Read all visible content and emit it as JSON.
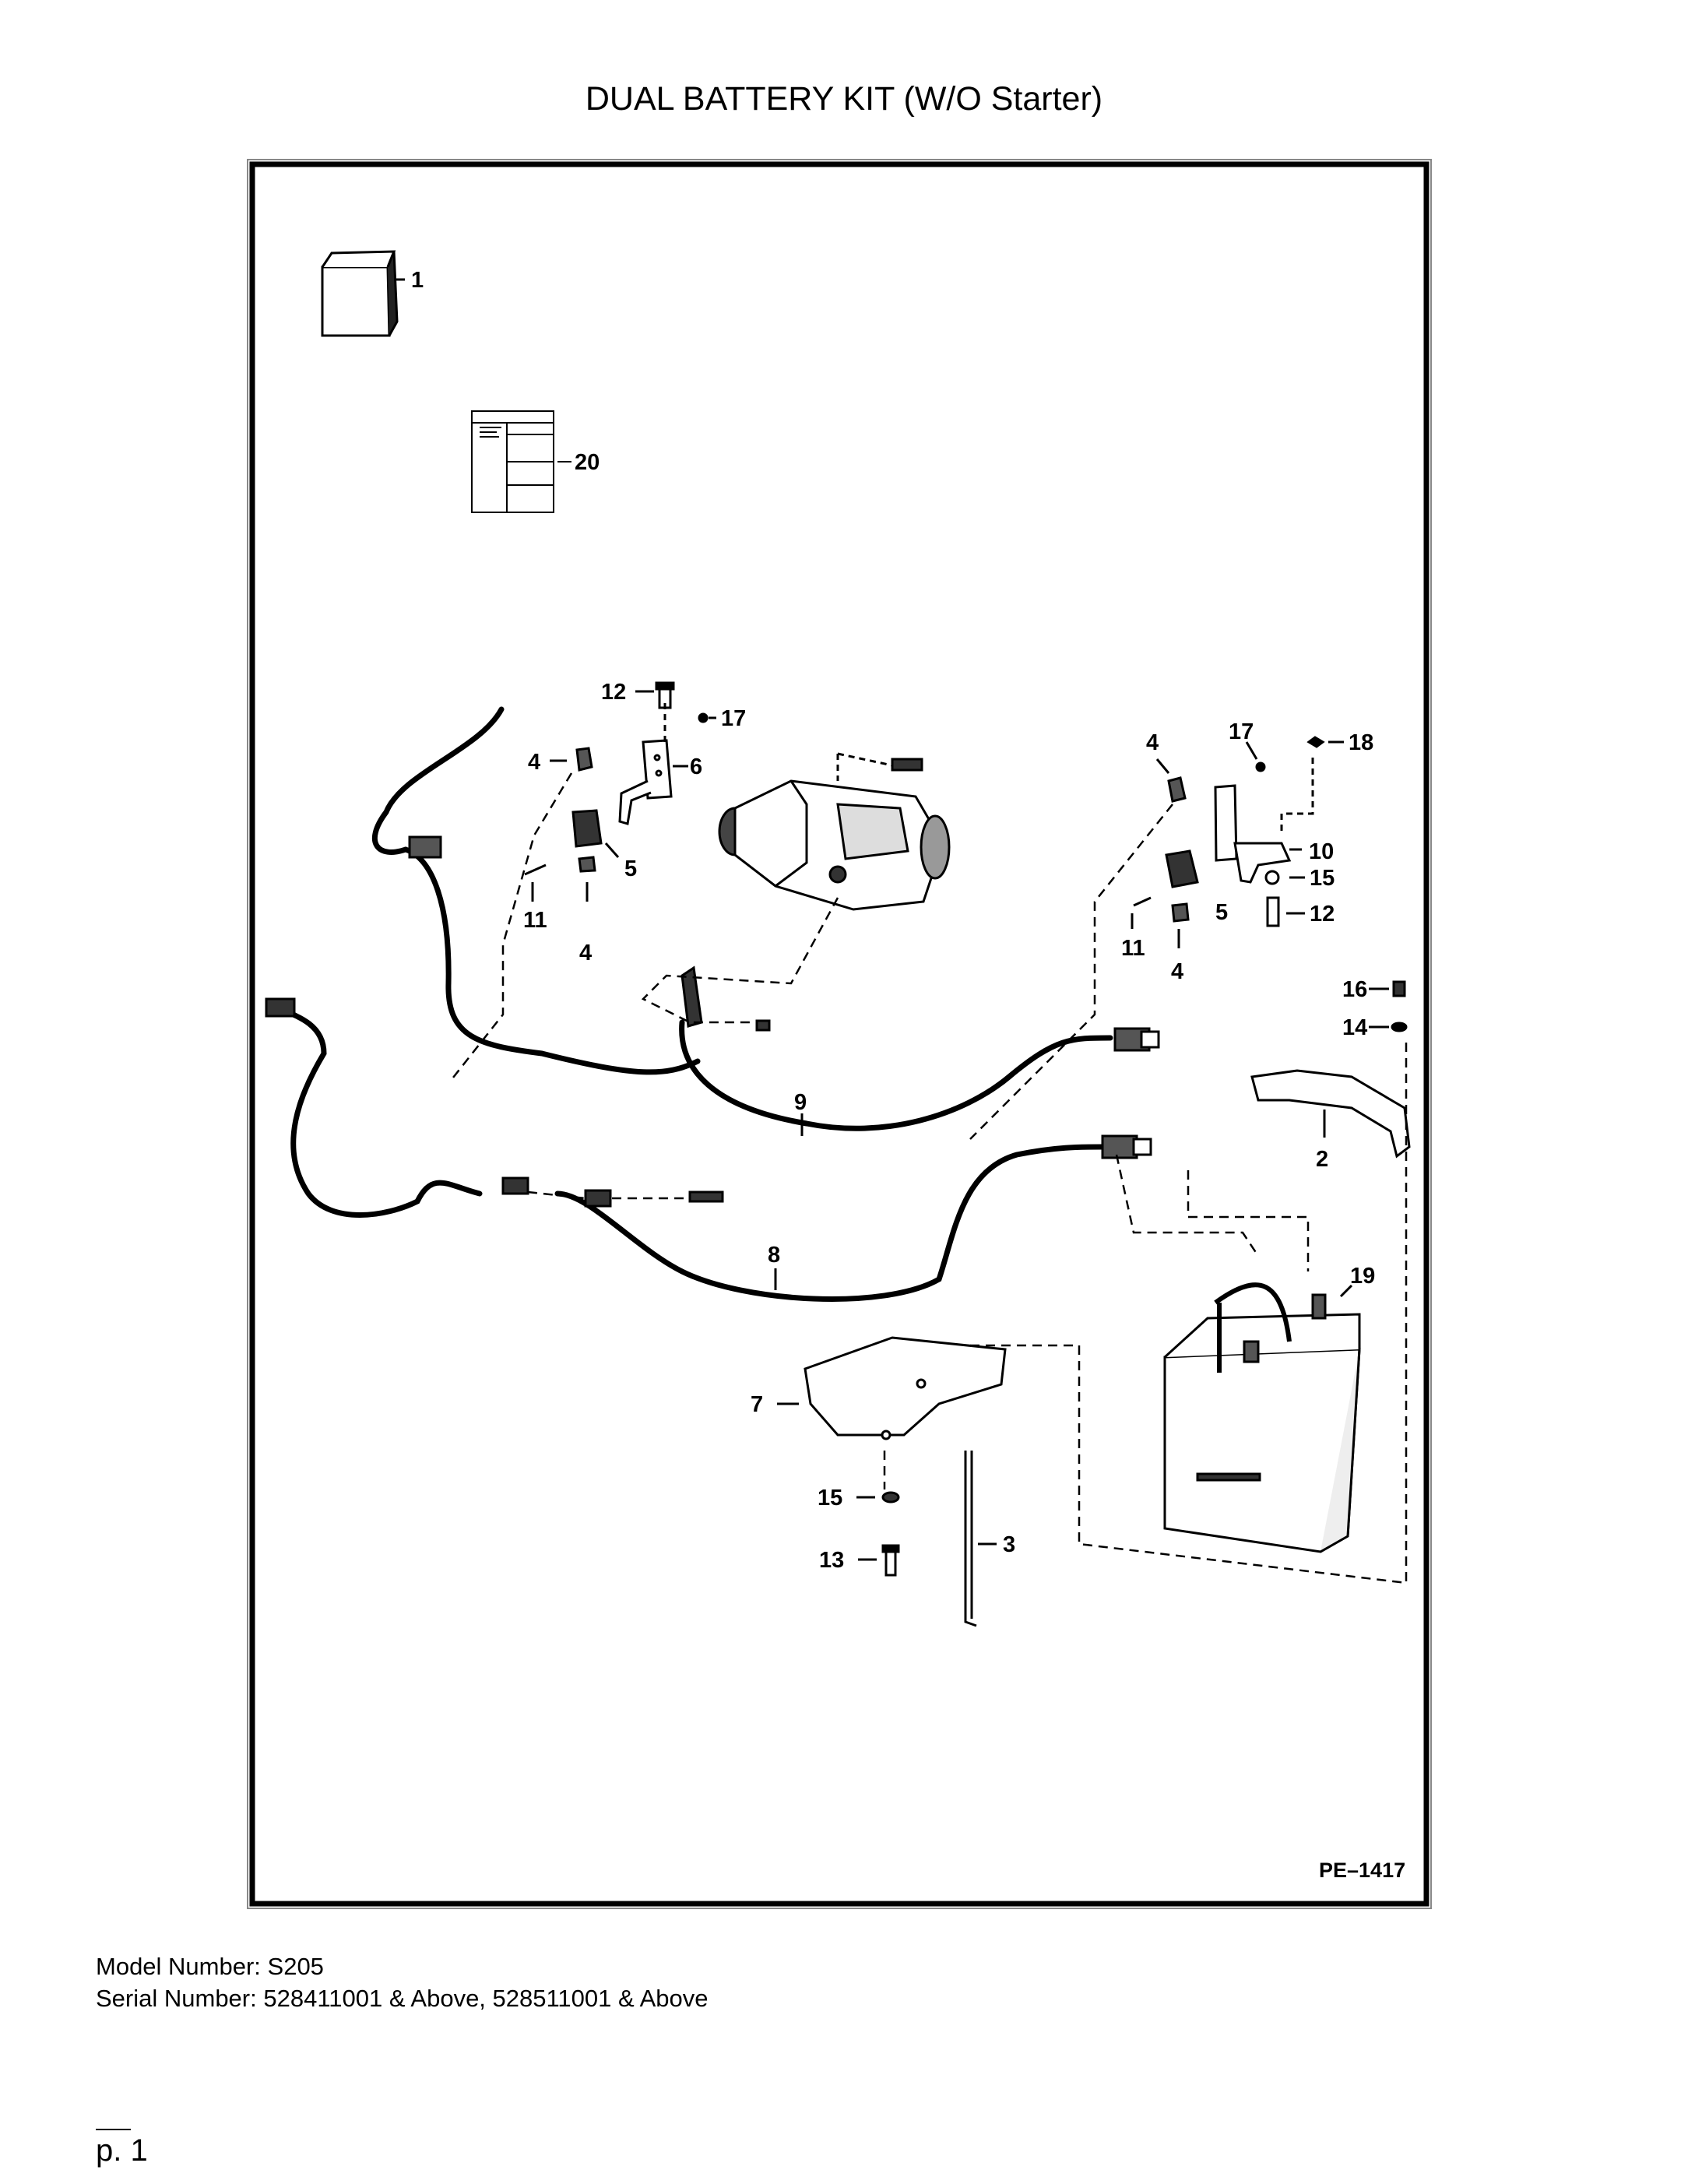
{
  "title": "DUAL BATTERY KIT (W/O Starter)",
  "figure_code": "PE–1417",
  "callouts": [
    "1",
    "20",
    "12",
    "17",
    "4",
    "6",
    "5",
    "11",
    "4",
    "17",
    "18",
    "4",
    "10",
    "15",
    "5",
    "12",
    "11",
    "4",
    "16",
    "14",
    "9",
    "2",
    "8",
    "19",
    "7",
    "15",
    "13",
    "3"
  ],
  "model_line": "Model Number: S205",
  "serial_line": "Serial Number: 528411001 & Above, 528511001 & Above",
  "page_label": "p. 1"
}
